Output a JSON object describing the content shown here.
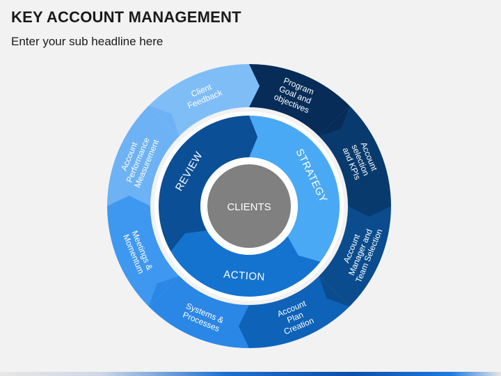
{
  "header": {
    "title": "KEY ACCOUNT MANAGEMENT",
    "subtitle": "Enter your sub headline here"
  },
  "diagram": {
    "center": "CLIENTS",
    "inner_ring": [
      {
        "label": "STRATEGY",
        "color": "#4aa9f5"
      },
      {
        "label": "ACTION",
        "color": "#1473cf"
      },
      {
        "label": "REVIEW",
        "color": "#0b4f96"
      }
    ],
    "outer_ring": [
      {
        "lines": [
          "Program",
          "Goal and",
          "objectives"
        ],
        "color": "#062c57"
      },
      {
        "lines": [
          "Account",
          "selection",
          "and KPIs"
        ],
        "color": "#083a6e"
      },
      {
        "lines": [
          "Account",
          "Manager and",
          "Team Selection"
        ],
        "color": "#0a4c8e"
      },
      {
        "lines": [
          "Account",
          "Plan",
          "Creation"
        ],
        "color": "#0e62b8"
      },
      {
        "lines": [
          "Systems &",
          "Processes"
        ],
        "color": "#2a87e6"
      },
      {
        "lines": [
          "Meetings &",
          "Momentum"
        ],
        "color": "#3f98f0"
      },
      {
        "lines": [
          "Account",
          "Performance",
          "Measurement"
        ],
        "color": "#6db2f5"
      },
      {
        "lines": [
          "Client",
          "Feedback"
        ],
        "color": "#7fbdf7"
      }
    ]
  }
}
